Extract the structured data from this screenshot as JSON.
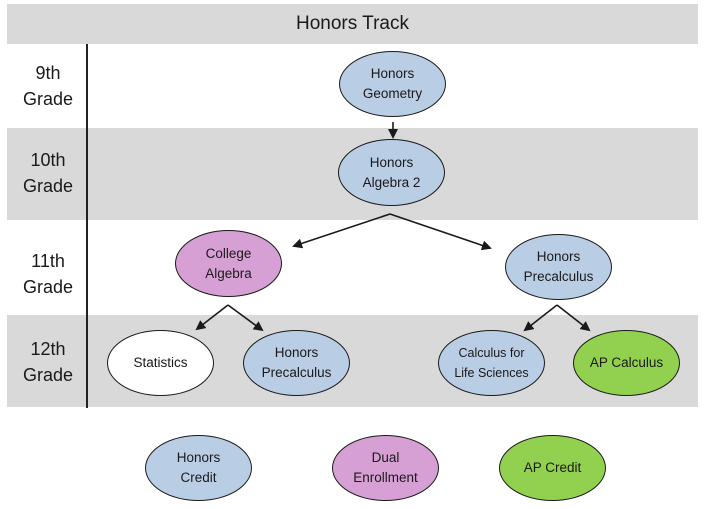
{
  "title": "Honors Track",
  "grades": [
    {
      "line1": "9th",
      "line2": "Grade"
    },
    {
      "line1": "10th",
      "line2": "Grade"
    },
    {
      "line1": "11th",
      "line2": "Grade"
    },
    {
      "line1": "12th",
      "line2": "Grade"
    }
  ],
  "nodes": {
    "honors_geometry": {
      "line1": "Honors",
      "line2": "Geometry"
    },
    "honors_algebra2": {
      "line1": "Honors",
      "line2": "Algebra 2"
    },
    "college_algebra": {
      "line1": "College",
      "line2": "Algebra"
    },
    "honors_precalc_11": {
      "line1": "Honors",
      "line2": "Precalculus"
    },
    "statistics": {
      "line1": "Statistics"
    },
    "honors_precalc_12": {
      "line1": "Honors",
      "line2": "Precalculus"
    },
    "calc_life_sciences": {
      "line1": "Calculus for",
      "line2": "Life Sciences"
    },
    "ap_calculus": {
      "line1": "AP Calculus"
    }
  },
  "legend": {
    "honors": {
      "line1": "Honors",
      "line2": "Credit"
    },
    "dual": {
      "line1": "Dual",
      "line2": "Enrollment"
    },
    "ap": {
      "line1": "AP Credit"
    }
  },
  "colors": {
    "honors": "#b9cde5",
    "dual_enrollment": "#d7a0d4",
    "ap": "#92d050",
    "band": "#d9d9d9"
  }
}
